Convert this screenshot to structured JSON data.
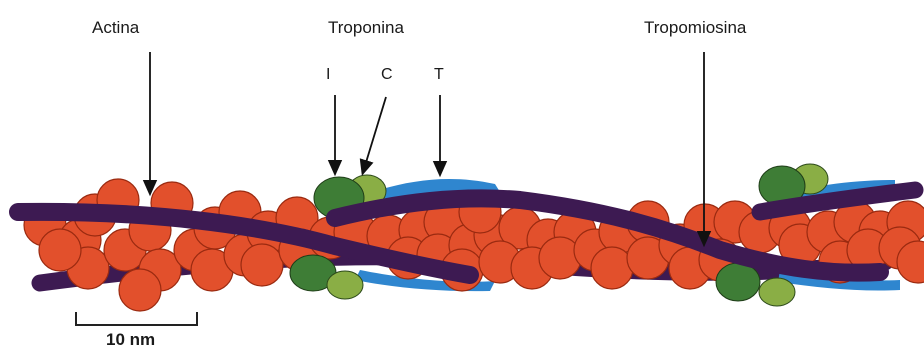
{
  "labels": {
    "actin": "Actina",
    "troponin": "Troponina",
    "troponin_i": "I",
    "troponin_c": "C",
    "troponin_t": "T",
    "tropomyosin": "Tropomiosina"
  },
  "scale_bar": {
    "text": "10 nm"
  },
  "colors": {
    "actin": "#e2502c",
    "actin_outline": "#9a2a10",
    "tropomyosin": "#3d1a52",
    "troponin_i": "#3e7d36",
    "troponin_c": "#8aae45",
    "troponin_t": "#2f86cf",
    "text": "#1a1a1a"
  }
}
